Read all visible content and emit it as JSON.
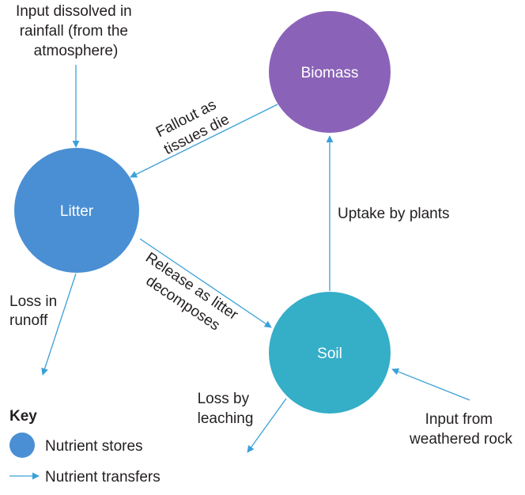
{
  "stores": {
    "biomass": {
      "label": "Biomass",
      "color": "#8a63b8"
    },
    "litter": {
      "label": "Litter",
      "color": "#4a8fd4"
    },
    "soil": {
      "label": "Soil",
      "color": "#35aec8"
    }
  },
  "transfers": {
    "rainfall": {
      "lines": [
        "Input dissolved in",
        "rainfall (from the",
        "atmosphere)"
      ]
    },
    "fallout": {
      "lines": [
        "Fallout as",
        "tissues die"
      ]
    },
    "uptake": {
      "lines": [
        "Uptake by plants"
      ]
    },
    "runoff": {
      "lines": [
        "Loss in",
        "runoff"
      ]
    },
    "release": {
      "lines": [
        "Release as litter",
        "decomposes"
      ]
    },
    "leaching": {
      "lines": [
        "Loss by",
        "leaching"
      ]
    },
    "weathering": {
      "lines": [
        "Input from",
        "weathered rock"
      ]
    }
  },
  "key": {
    "title": "Key",
    "store_label": "Nutrient stores",
    "transfer_label": "Nutrient transfers",
    "store_color": "#4a8fd4",
    "arrow_color": "#3aa0d8"
  }
}
